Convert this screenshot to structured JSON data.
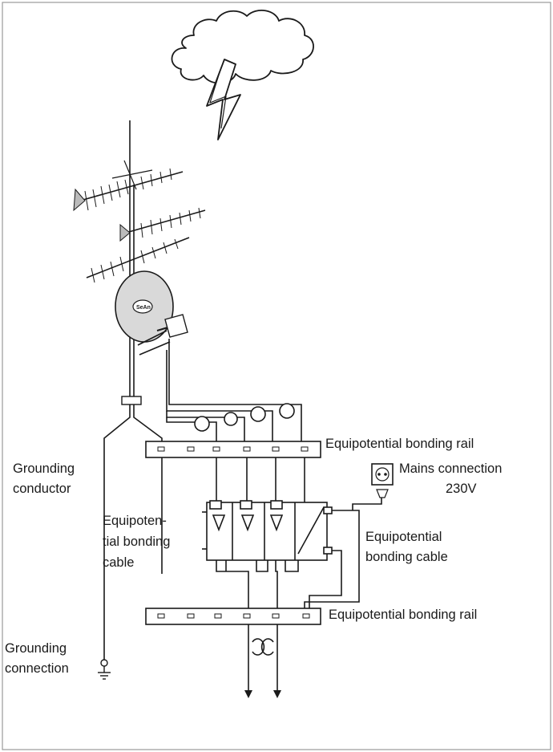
{
  "labels": {
    "rail_top": "Equipotential bonding rail",
    "rail_bottom": "Equipotential bonding rail",
    "grounding_conductor_1": "Grounding",
    "grounding_conductor_2": "conductor",
    "bonding_cable_left_1": "Equipoten-",
    "bonding_cable_left_2": "tial bonding",
    "bonding_cable_left_3": "cable",
    "mains_1": "Mains connection",
    "mains_2": "230V",
    "bonding_cable_right_1": "Equipotential",
    "bonding_cable_right_2": "bonding cable",
    "grounding_connection_1": "Grounding",
    "grounding_connection_2": "connection",
    "dish_logo": "SeAn"
  },
  "colors": {
    "line": "#1a1a1a",
    "dish": "#d9d9d9",
    "border": "#9a9a9a"
  },
  "icons": [
    "lightning-cloud-icon",
    "antenna-icon",
    "satellite-dish-icon",
    "power-socket-icon",
    "ground-symbol-icon"
  ]
}
